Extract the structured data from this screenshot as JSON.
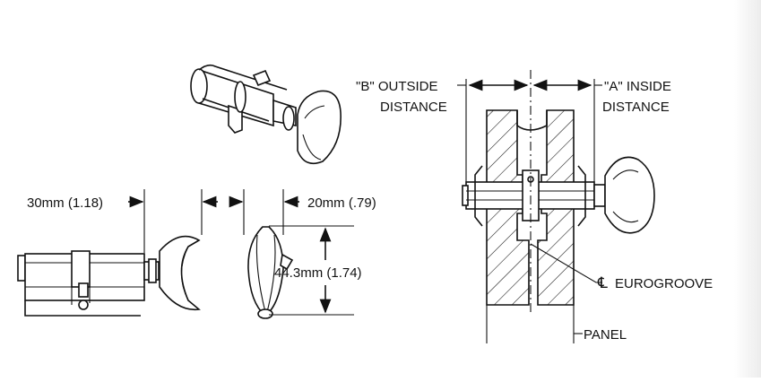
{
  "labels": {
    "b_line1": "\"B\" OUTSIDE",
    "b_line2": "DISTANCE",
    "a_line1": "\"A\" INSIDE",
    "a_line2": "DISTANCE",
    "dim_30": "30mm (1.18)",
    "dim_20": "20mm (.79)",
    "dim_44": "44.3mm (1.74)",
    "centerline_symbol": "℄",
    "eurogroove": "EUROGROOVE",
    "panel": "PANEL"
  },
  "colors": {
    "ink": "#111111",
    "background": "#ffffff"
  }
}
